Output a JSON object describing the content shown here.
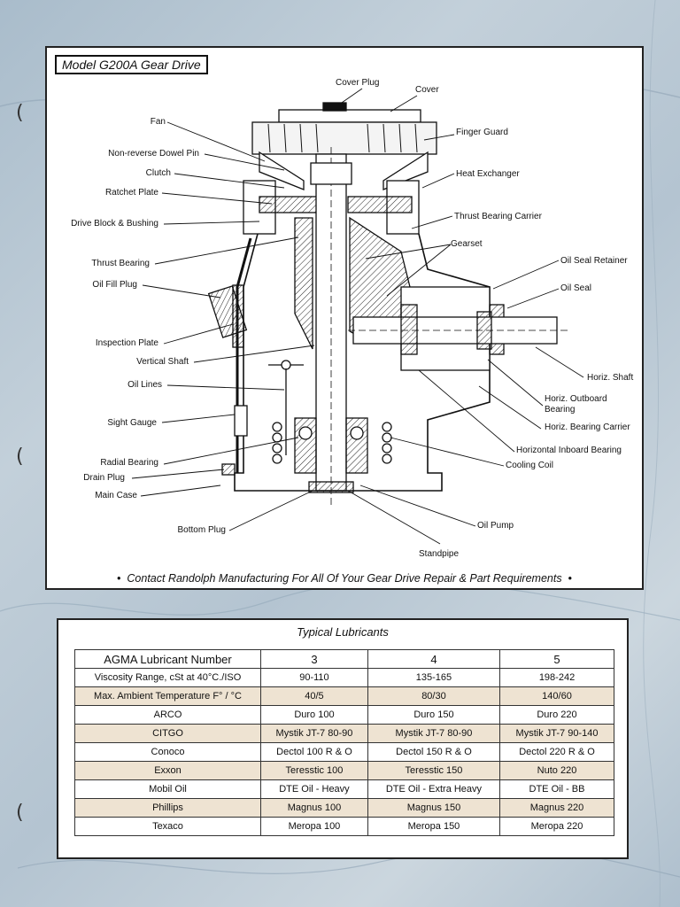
{
  "diagram": {
    "title": "Model G200A Gear Drive",
    "labels_left": [
      "Fan",
      "Non-reverse Dowel Pin",
      "Clutch",
      "Ratchet Plate",
      "Drive Block & Bushing",
      "Thrust Bearing",
      "Oil Fill Plug",
      "Inspection Plate",
      "Vertical Shaft",
      "Oil Lines",
      "Sight Gauge",
      "Radial Bearing",
      "Drain Plug",
      "Main Case",
      "Bottom Plug"
    ],
    "labels_right": [
      "Cover Plug",
      "Cover",
      "Finger Guard",
      "Heat Exchanger",
      "Thrust Bearing Carrier",
      "Gearset",
      "Oil Seal Retainer",
      "Oil Seal",
      "Horiz. Shaft",
      "Horiz. Outboard Bearing",
      "Horiz. Bearing Carrier",
      "Horizontal Inboard Bearing",
      "Cooling Coil",
      "Oil Pump",
      "Standpipe"
    ],
    "footer": "Contact Randolph Manufacturing For All Of Your Gear Drive Repair & Part Requirements",
    "bullet": "•"
  },
  "lubricants": {
    "title": "Typical Lubricants",
    "header": [
      "AGMA Lubricant Number",
      "3",
      "4",
      "5"
    ],
    "rows": [
      [
        "Viscosity Range, cSt at 40°C./ISO",
        "90-110",
        "135-165",
        "198-242"
      ],
      [
        "Max. Ambient Temperature F° / °C",
        "40/5",
        "80/30",
        "140/60"
      ],
      [
        "ARCO",
        "Duro 100",
        "Duro 150",
        "Duro 220"
      ],
      [
        "CITGO",
        "Mystik JT-7 80-90",
        "Mystik JT-7 80-90",
        "Mystik JT-7 90-140"
      ],
      [
        "Conoco",
        "Dectol 100 R & O",
        "Dectol 150 R & O",
        "Dectol 220 R & O"
      ],
      [
        "Exxon",
        "Teresstic 100",
        "Teresstic 150",
        "Nuto 220"
      ],
      [
        "Mobil Oil",
        "DTE Oil - Heavy",
        "DTE Oil - Extra Heavy",
        "DTE Oil - BB"
      ],
      [
        "Phillips",
        "Magnus 100",
        "Magnus 150",
        "Magnus 220"
      ],
      [
        "Texaco",
        "Meropa 100",
        "Meropa 150",
        "Meropa 220"
      ]
    ],
    "shade_color": "#eee3d2"
  },
  "binder_holes": [
    "(",
    "(",
    "("
  ]
}
